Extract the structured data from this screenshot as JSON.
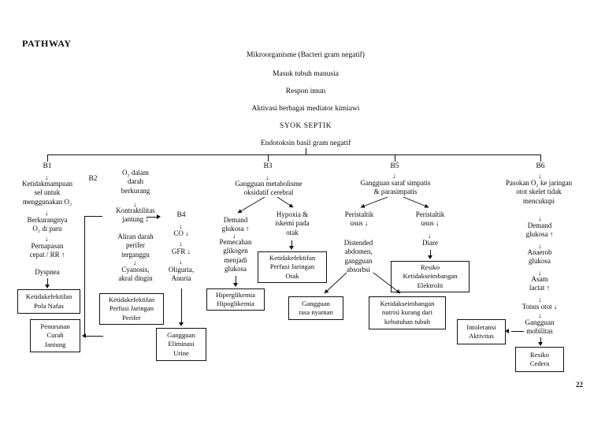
{
  "document": {
    "title": "PATHWAY",
    "page_number": "22"
  },
  "header_chain": [
    "Mikroorganisme (Bacteri gram negatif)",
    "Masuk tubuh manusia",
    "Respon imun",
    "Aktivasi berbagai mediator kimiawi",
    "SYOK SEPTIK",
    "Endotoksin basil gram negatif"
  ],
  "branches": {
    "b1": {
      "label": "B1",
      "nodes": [
        "Ketidakmampuan\nsel untuk\nmenggunakan O₂",
        "Berkurangnya\nO₂ di paru",
        "Pernapasan\ncepat / RR ↑",
        "Dyspnea"
      ],
      "boxes": [
        "Ketidakefektifan\nPola Nafas",
        "Penurunan\nCurah\nJantung"
      ]
    },
    "b2": {
      "label": "B2",
      "nodes": [
        "O₂ dalam\ndarah\nberkurang",
        "Kontraktilitas\njantung ↓",
        "Aliran darah\nperifer\nterganggu",
        "Cyanosis,\nakral dingin"
      ],
      "boxes": [
        "Ketidakefektifan\nPerfusi Jaringan\nPerifer"
      ]
    },
    "b4": {
      "label": "B4",
      "nodes": [
        "CO ↓",
        "GFR ↓",
        "Oliguria,\nAnuria"
      ],
      "boxes": [
        "Gangguan\nEliminasi\nUrine"
      ]
    },
    "b3": {
      "label": "B3",
      "nodes": [
        "Gangguan metabolisme\noksidatif cerebral",
        "Demand\nglukosa ↑",
        "Pemecahan\nglikogen\nmenjadi\nglukosa",
        "Hypoxia &\niskemi pada\notak"
      ],
      "boxes": [
        "Hiperglikemia\nHipoglikemia",
        "Ketidakefektifan\nPerfusi Jaringan\nOtak",
        "Gangguan\nrasa nyaman"
      ]
    },
    "b5": {
      "label": "B5",
      "nodes": [
        "Gangguan saraf simpatis\n& parasimpatis",
        "Peristaltik\nusus ↓",
        "Distended\nabdomen,\ngangguan\nabsorbsi",
        "Peristaltik\nusus ↓",
        "Diare"
      ],
      "boxes": [
        "Resiko\nKetidakseimbangan\nElektrolit",
        "Ketidakseimbangan\nnutrisi kurang dari\nkebutuhan tubuh"
      ]
    },
    "b6": {
      "label": "B6",
      "nodes": [
        "Pasokan O₂ ke jaringan\notot skelet tidak\nmencukupi",
        "Demand\nglukosa ↑",
        "Anaerob\nglukosa",
        "Asam\nlactat ↑",
        "Tonus otot ↓",
        "Gangguan\nmobilitas"
      ],
      "boxes": [
        "Intoleransi\nAktivitas",
        "Resiko\nCedera"
      ]
    }
  }
}
